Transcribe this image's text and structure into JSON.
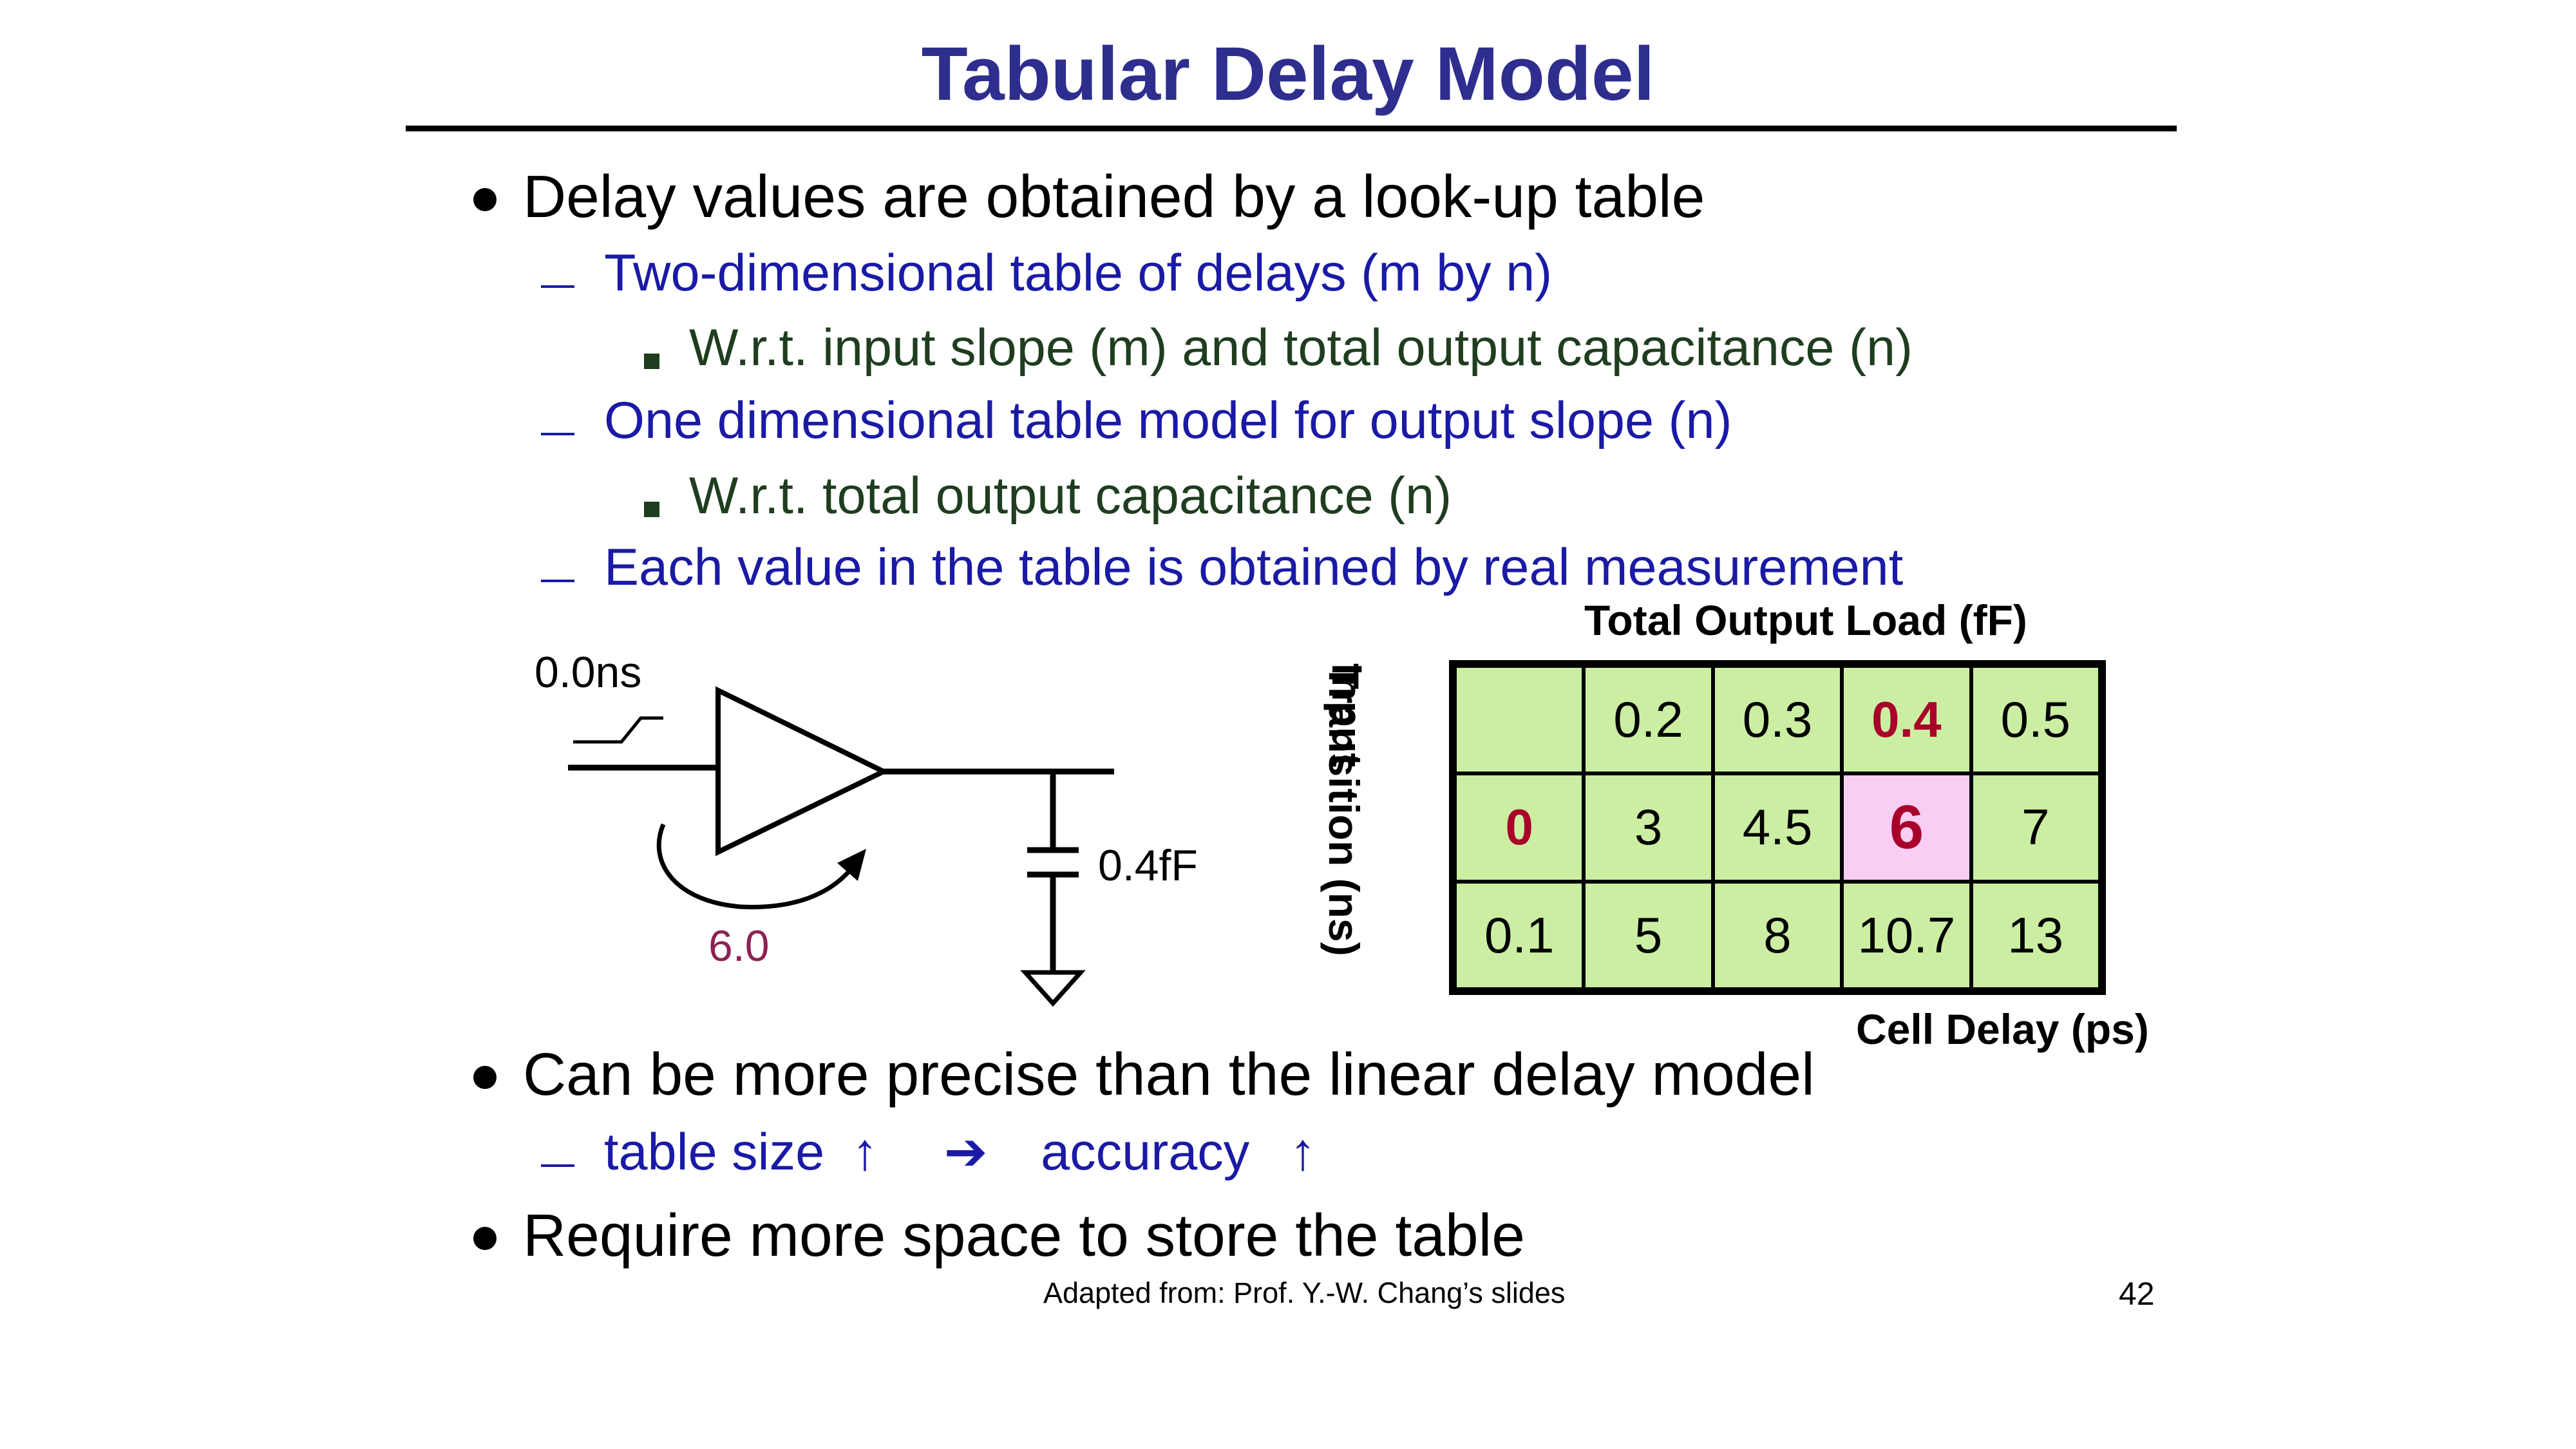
{
  "slide": {
    "title": "Tabular Delay Model",
    "bullets": [
      {
        "text": "Delay values are obtained by a look-up table",
        "subs": [
          {
            "text": "Two-dimensional table of delays (m by n)",
            "subsubs": [
              "W.r.t. input slope (m) and total output capacitance (n)"
            ]
          },
          {
            "text": "One dimensional table model for output slope (n)",
            "subsubs": [
              "W.r.t. total output capacitance (n)"
            ]
          },
          {
            "text": "Each value in the table is obtained by real measurement",
            "subsubs": []
          }
        ]
      },
      {
        "text": "Can be more precise than the linear delay model",
        "subs": [
          {
            "left": "table size",
            "up1": "↑",
            "arrow": "➔",
            "right": "accuracy",
            "up2": "↑"
          }
        ]
      },
      {
        "text": "Require more space to store the table",
        "subs": []
      }
    ],
    "circuit": {
      "input_label": "0.0ns",
      "cap_label": "0.4fF",
      "delay_label": "6.0",
      "delay_color": "#8b2252"
    },
    "table": {
      "top_label": "Total Output Load (fF)",
      "side_label_line1": "Input",
      "side_label_line2": "Transition (ns)",
      "bottom_label": "Cell Delay (ps)",
      "rows": [
        [
          "",
          "0.2",
          "0.3",
          "0.4",
          "0.5"
        ],
        [
          "0",
          "3",
          "4.5",
          "6",
          "7"
        ],
        [
          "0.1",
          "5",
          "8",
          "10.7",
          "13"
        ]
      ],
      "cell_color": "#cbeea3",
      "highlight_color": "#f9cdf4",
      "highlight_text_color": "#a8002a"
    },
    "footer": {
      "credit": "Adapted from: Prof. Y.-W. Chang’s slides",
      "page_number": "42"
    }
  }
}
